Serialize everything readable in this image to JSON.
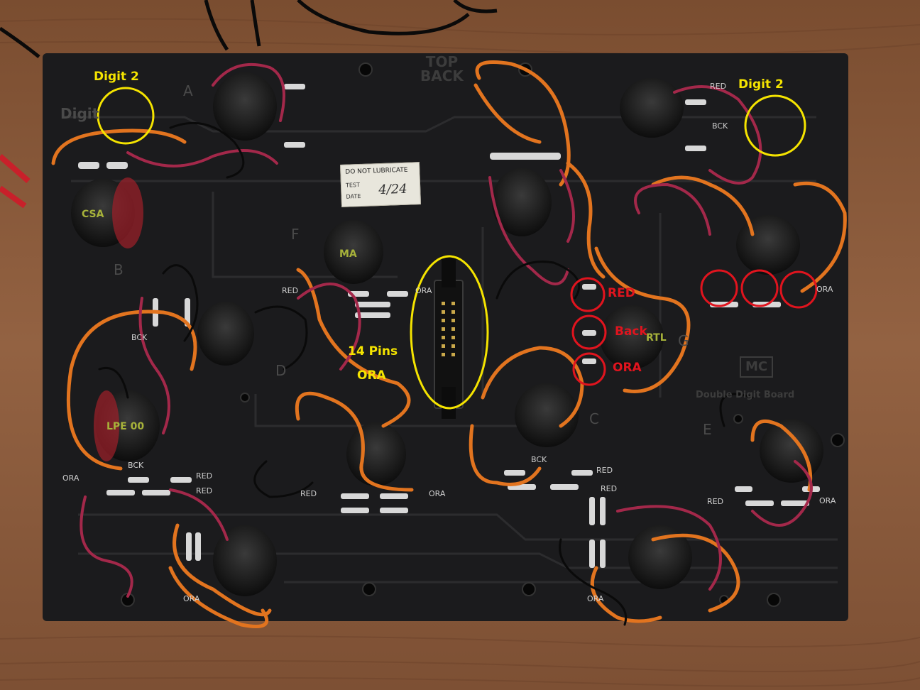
{
  "annotations": {
    "digit_left": "Digit 2",
    "digit_right": "Digit 2",
    "pins_line1": "14 Pins",
    "pins_line2": "ORA",
    "red": "RED",
    "back": "Back",
    "ora": "ORA"
  },
  "board": {
    "top_back_1": "TOP",
    "top_back_2": "BACK",
    "digit_label": "Digit",
    "logo": "MC",
    "subtitle": "Double Digit Board",
    "sticker_title": "DO NOT LUBRICATE",
    "sticker_test": "TEST",
    "sticker_date": "DATE",
    "sticker_hand": "4/24"
  },
  "silkscreen": {
    "red_top_right": "RED",
    "bck_top_right": "BCK",
    "red_mid_left": "RED",
    "ora_mid": "ORA",
    "bck_left": "BCK",
    "ora_left": "ORA",
    "bck_bottom_left": "BCK",
    "red_bottom_left_1": "RED",
    "red_bottom_left_2": "RED",
    "red_bottom_mid": "RED",
    "ora_bottom_mid": "ORA",
    "bck_bottom_center": "BCK",
    "red_bottom_center": "RED",
    "red_bottom_center_2": "RED",
    "red_bottom_right": "RED",
    "ora_bottom_right": "ORA",
    "ora_right": "ORA",
    "ora_bottom": "ORA",
    "ora_bottom_center": "ORA"
  },
  "segment_letters": {
    "a": "A",
    "b": "B",
    "c": "C",
    "d": "D",
    "e": "E",
    "f": "F",
    "g": "G"
  },
  "coil_labels": {
    "c1": "CSA",
    "c2": "MA",
    "c3": "LPE 00",
    "c4": "RTL"
  },
  "colors": {
    "wood": "#8a5a3a",
    "board": "#1b1b1d",
    "wire_orange": "#e2741f",
    "wire_red": "#a3284a",
    "wire_black": "#101010",
    "annotation_yellow": "#f5e400",
    "annotation_red": "#e0141e"
  }
}
